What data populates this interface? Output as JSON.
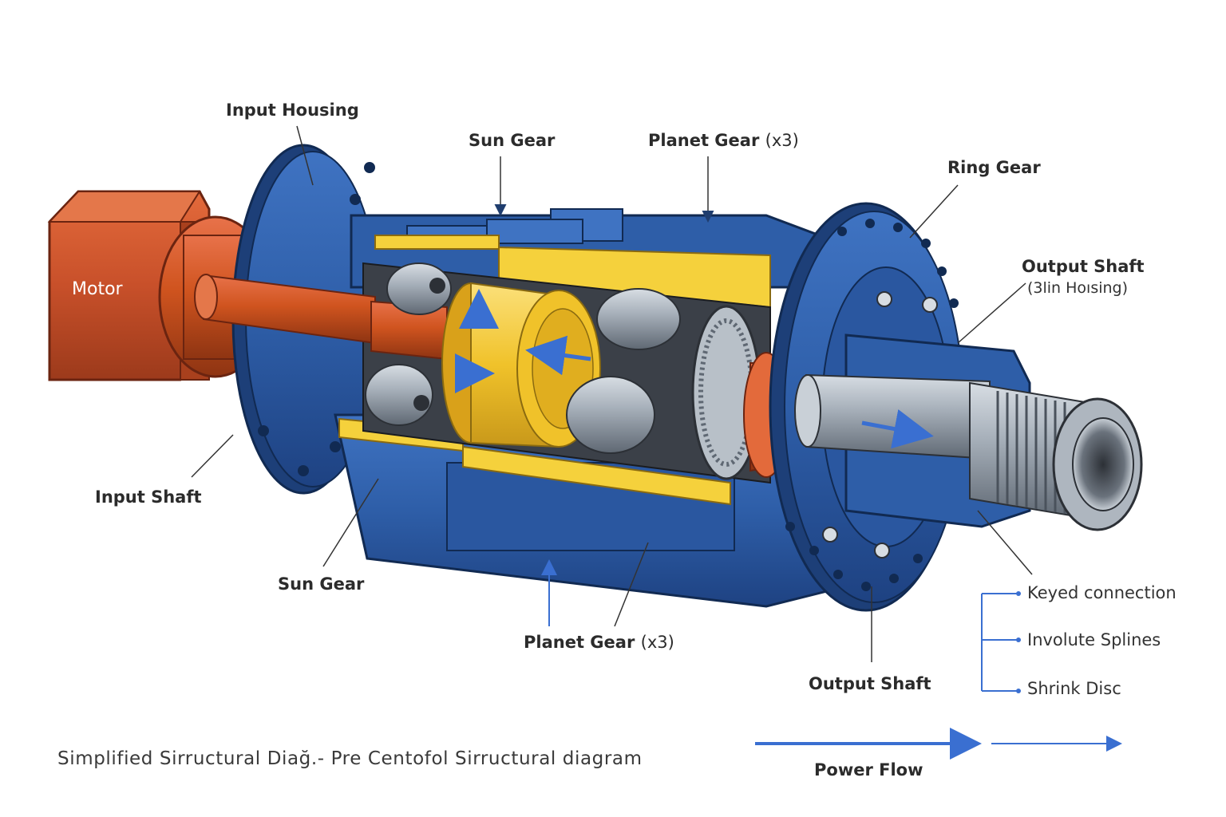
{
  "labels": {
    "motor": "Motor",
    "input_housing": "Input Housing",
    "sun_gear_top": "Sun Gear",
    "planet_gear_top": "Planet Gear",
    "planet_gear_top_count": "(x3)",
    "ring_gear": "Ring Gear",
    "output_shaft_right": "Output Shaft",
    "output_shaft_right_sub": "(3lin Hoısing)",
    "input_shaft": "Input Shaft",
    "sun_gear_bottom": "Sun Gear",
    "planet_gear_bottom": "Planet Gear",
    "planet_gear_bottom_count": "(x3)",
    "output_shaft_bottom": "Output Shaft"
  },
  "connections": [
    "Keyed connection",
    "Involute Splines",
    "Shrink Disc"
  ],
  "caption": "Simplified Sirructural Diağ.- Pre Centofol Sirructural diagram",
  "power_flow": "Power Flow",
  "colors": {
    "housing_blue": "#2e5ea8",
    "housing_dark": "#1d3f78",
    "motor_red": "#c8502a",
    "shaft_orange": "#d0541f",
    "carrier_yellow": "#f0c22a",
    "steel_gray": "#9aa3ad",
    "arrow_blue": "#3a6fd1"
  }
}
